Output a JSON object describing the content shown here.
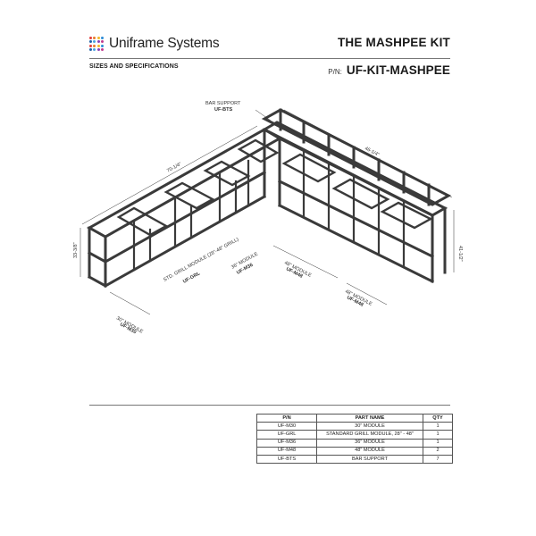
{
  "header": {
    "brand": "Uniframe Systems",
    "logo_icon": "dot-grid-logo-icon",
    "logo_colors": [
      "#e23a3a",
      "#e87b2a",
      "#f4b728",
      "#2c8bd6",
      "#1f5fa8",
      "#4aa3df",
      "#8a3fb5",
      "#c13b8f"
    ],
    "kit_title": "THE MASHPEE KIT",
    "section_label": "SIZES AND SPECIFICATIONS",
    "pn_prefix": "P/N:",
    "pn_value": "UF-KIT-MASHPEE"
  },
  "drawing": {
    "bar_support_label": "BAR SUPPORT",
    "bar_support_code": "UF-BTS",
    "left_run_width": "70-1/4\"",
    "right_run_width": "46-1/4\"",
    "left_height": "33-3/8\"",
    "right_height": "41-1/2\"",
    "module_30_label": "30\" MODULE",
    "module_30_code": "UF-M30",
    "grill_label": "STD. GRILL MODULE (28\"-48\" GRILL)",
    "grill_code": "UF-GRL",
    "module_36_label": "36\" MODULE",
    "module_36_code": "UF-M36",
    "module_48a_label": "48\" MODULE",
    "module_48a_code": "UF-M48",
    "module_48b_label": "48\" MODULE",
    "module_48b_code": "UF-M48"
  },
  "parts_table": {
    "headers": [
      "P/N",
      "PART NAME",
      "QTY"
    ],
    "rows": [
      [
        "UF-M30",
        "30\" MODULE",
        "1"
      ],
      [
        "UF-GRL",
        "STANDARD GRILL MODULE, 28\" - 48\"",
        "1"
      ],
      [
        "UF-M36",
        "36\" MODULE",
        "1"
      ],
      [
        "UF-M48",
        "48\" MODULE",
        "2"
      ],
      [
        "UF-BTS",
        "BAR SUPPORT",
        "7"
      ]
    ]
  }
}
